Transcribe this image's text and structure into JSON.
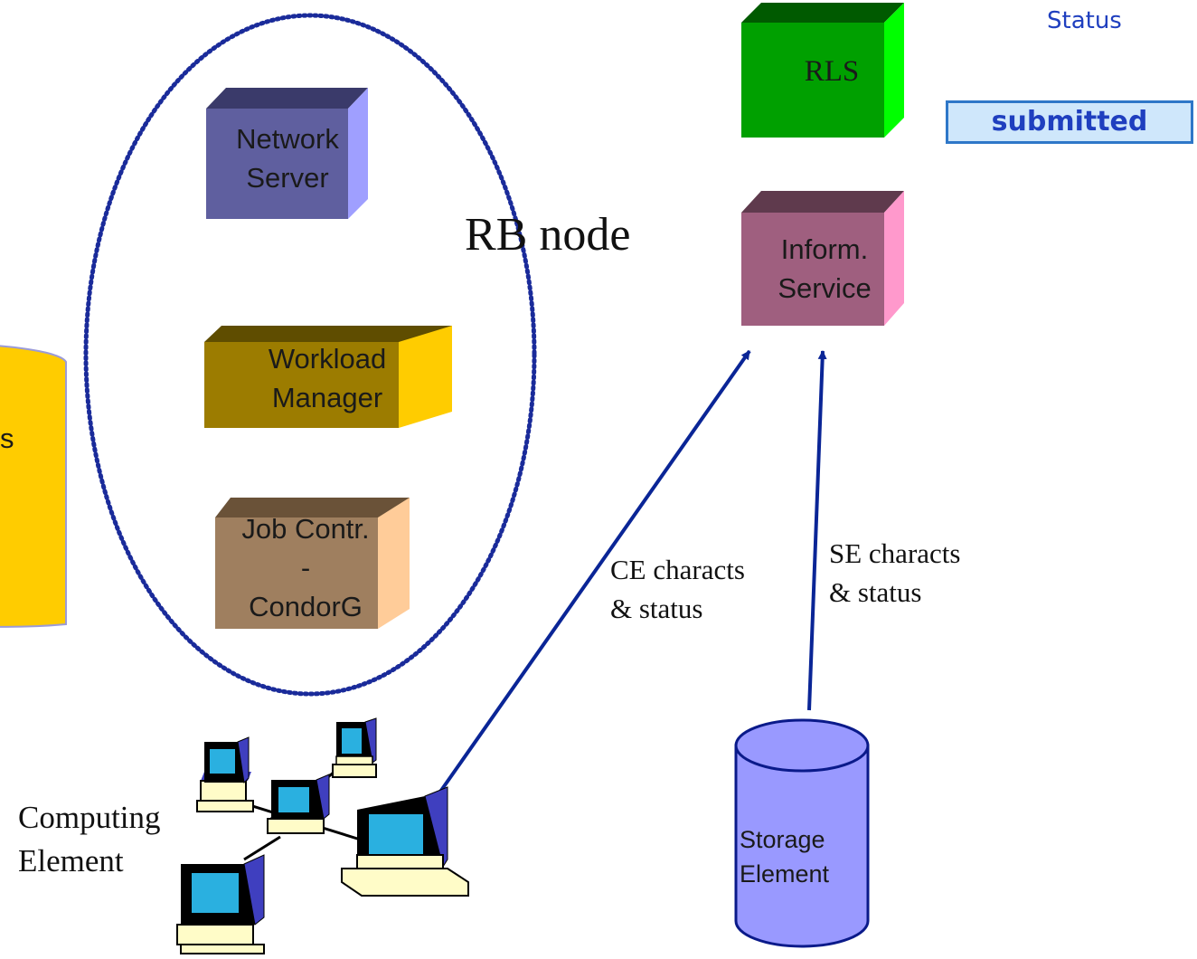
{
  "diagram": {
    "rb_node_label": "RB node",
    "network_server": "Network\nServer",
    "workload_manager": "Workload\nManager",
    "job_controller": "Job Contr.\n-\nCondorG",
    "rls": "RLS",
    "information_service": "Inform.\nService",
    "left_cylinder_fragment": "s",
    "ce_arrow_label": "CE characts\n& status",
    "se_arrow_label": "SE characts\n& status",
    "computing_element_label": "Computing\nElement",
    "storage_element_label": "Storage\nElement"
  },
  "status": {
    "heading": "Status",
    "value": "submitted"
  },
  "colors": {
    "network_server": "#5f5f9f",
    "workload_manager": "#9c7c00",
    "job_controller": "#9f7f5f",
    "rls": "#00a000",
    "information_service": "#9f5f7f",
    "storage_cylinder": "#9999ff",
    "left_cylinder": "#ffcc00",
    "arrows": "#0a2596",
    "ellipse_dots": "#1a2b9a",
    "status_text": "#1f3fbf"
  }
}
